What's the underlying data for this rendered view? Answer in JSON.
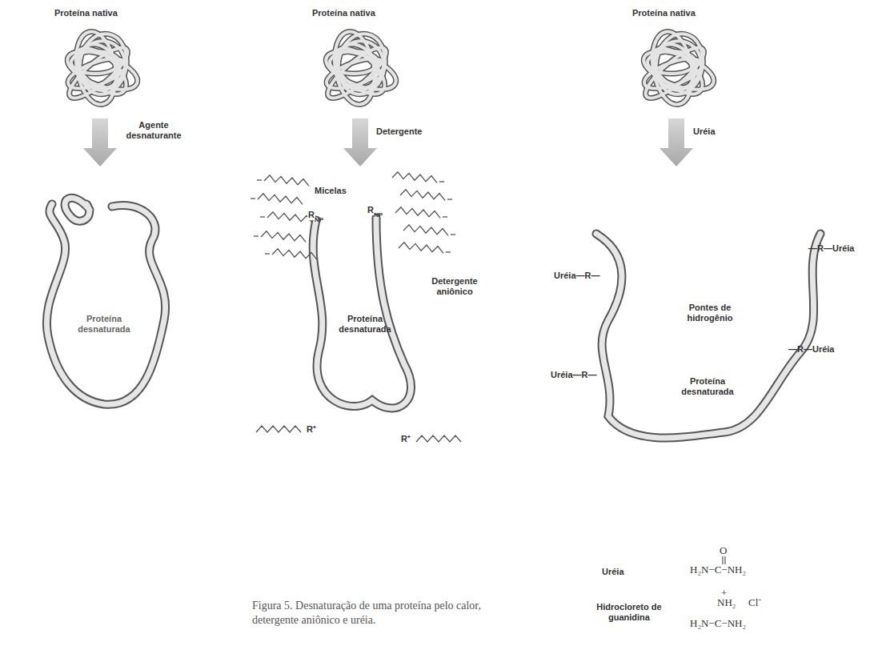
{
  "diagram": {
    "caption": "Figura 5. Desnaturação de uma proteína pelo calor, detergente aniônico e uréia.",
    "labels": [
      "Proteína nativa",
      "Proteína nativa",
      "Proteína nativa",
      "Agente desnaturante",
      "Proteína desnaturada",
      "Detergente",
      "Micelas",
      "Detergente aniônico",
      "Proteína desnaturada",
      "R",
      "NP",
      "R",
      "NP",
      "R⁺",
      "R⁺",
      "Uréia",
      "Pontes de hidrogênio",
      "Proteína desnaturada",
      "Uréia—R—",
      "—R—Uréia",
      "Uréia—R—",
      "—R—Uréia",
      "Uréia",
      "O",
      "H₂N−C−NH₂",
      "Hidrocloreto de guanidina",
      "+",
      "NH₂",
      "Cl⁻",
      "H₂N−C−NH₂"
    ]
  }
}
